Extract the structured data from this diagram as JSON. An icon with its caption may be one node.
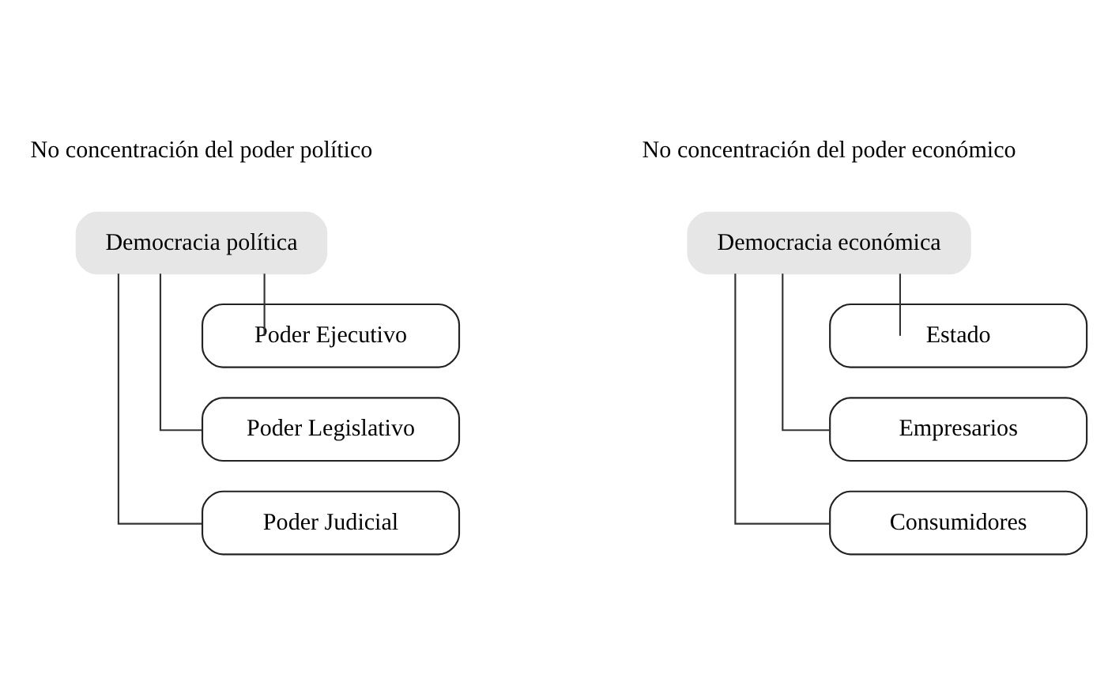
{
  "diagram": {
    "nodes": [
      {
        "text": [
          "Democracia política"
        ],
        "beside": [
          "No concentración del poder político"
        ]
      },
      {
        "text": [
          "Poder Ejecutivo"
        ]
      },
      {
        "text": [
          "Poder Legislativo"
        ]
      },
      {
        "text": [
          "Poder Judicial"
        ]
      },
      {
        "text": [
          "Democracia económica"
        ],
        "beside": [
          "No concentración del poder económico"
        ]
      },
      {
        "text": [
          "Estado"
        ]
      },
      {
        "text": [
          "Empresarios"
        ]
      },
      {
        "text": [
          "Consumidores"
        ]
      }
    ],
    "edges": [
      {
        "from": 0,
        "to": 1,
        "arrow": "none"
      },
      {
        "from": 0,
        "to": 2,
        "arrow": "none"
      },
      {
        "from": 0,
        "to": 3,
        "arrow": "none"
      },
      {
        "from": 4,
        "to": 5,
        "arrow": "none"
      },
      {
        "from": 4,
        "to": 6,
        "arrow": "none"
      },
      {
        "from": 4,
        "to": 7,
        "arrow": "none"
      }
    ]
  }
}
